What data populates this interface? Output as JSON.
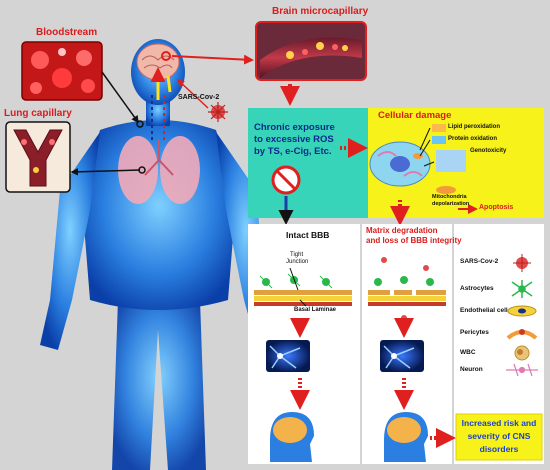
{
  "labels": {
    "bloodstream": "Bloodstream",
    "lung_capillary": "Lung capillary",
    "brain_microcapillary": "Brain microcapillary",
    "sars_cov2_virus": "SARS-Cov-2"
  },
  "chronic_panel": {
    "text_lines": [
      "Chronic exposure",
      "to excessive ROS",
      "by TS, e-Cig, Etc."
    ]
  },
  "cellular_damage": {
    "title": "Cellular damage",
    "items": [
      "Lipid peroxidation",
      "Protein oxidation",
      "Genotoxicity",
      "Mitochondria",
      "depolarization"
    ],
    "apoptosis": "Apoptosis"
  },
  "intact_bbb": {
    "title": "Intact BBB",
    "tight_junction_lines": [
      "Tight",
      "Junction"
    ],
    "basal_laminae": "Basal Laminae"
  },
  "matrix_panel": {
    "title_lines": [
      "Matrix degradation",
      "and loss of BBB integrity"
    ]
  },
  "legend": {
    "items": [
      "SARS-Cov-2",
      "Astrocytes",
      "Endothelial cell",
      "Pericytes",
      "WBC",
      "Neuron"
    ]
  },
  "outcome": {
    "lines": [
      "Increased risk and",
      "severity of CNS",
      "disorders"
    ]
  },
  "colors": {
    "background": "#d4d4d4",
    "arrow_red": "#e01f1f",
    "teal_panel": "#37d4b9",
    "yellow": "#f7f21a",
    "body_blue": "#2a7fe0",
    "title_red": "#d91c1c"
  }
}
